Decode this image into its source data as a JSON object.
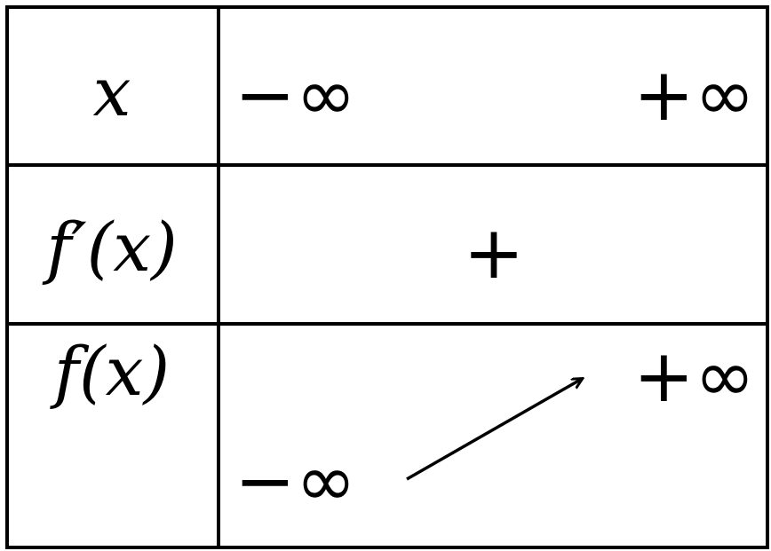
{
  "table": {
    "row_labels": {
      "x": "x",
      "f_prime": "f′(x)",
      "f": "f(x)"
    },
    "x_row": {
      "left": "−∞",
      "right": "+∞"
    },
    "sign_row": {
      "sign": "+"
    },
    "variation_row": {
      "start": "−∞",
      "end": "+∞",
      "trend": "increasing"
    }
  },
  "colors": {
    "line": "#000000",
    "background": "#ffffff"
  }
}
